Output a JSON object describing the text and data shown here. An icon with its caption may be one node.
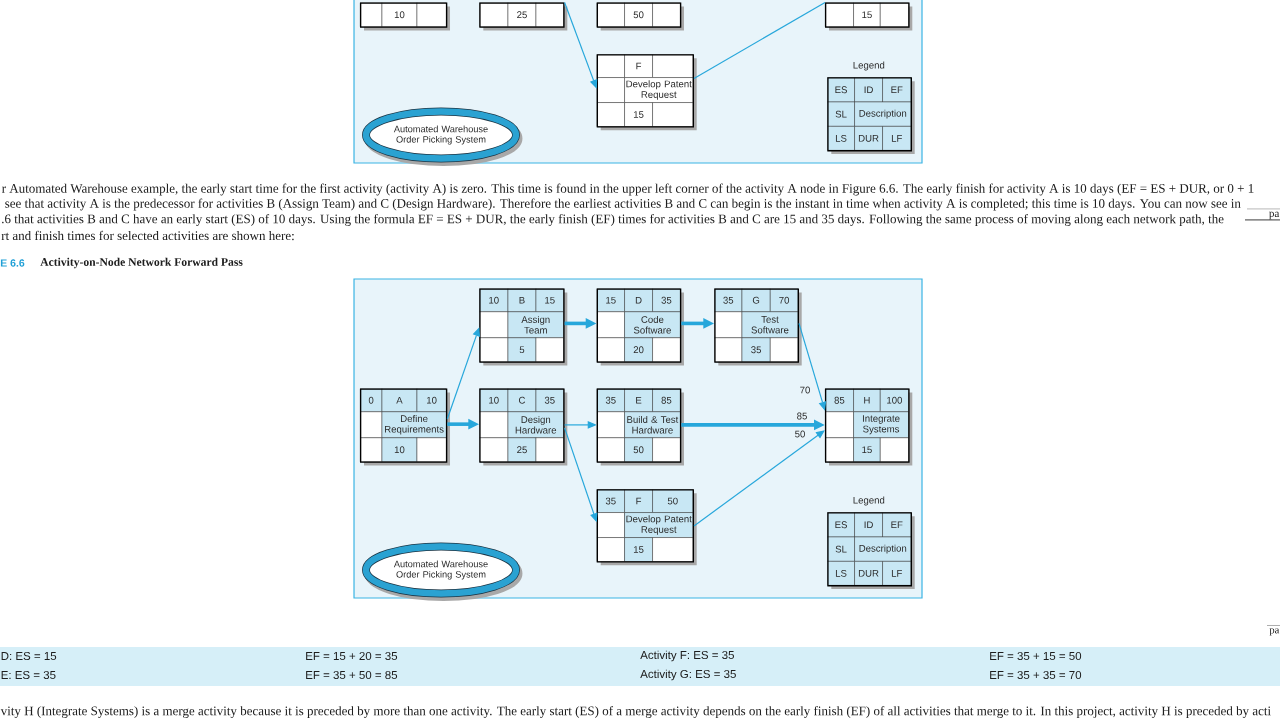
{
  "diagram": {
    "caption": "Activity-on-Node Network Forward Pass",
    "nodes": [
      {
        "text": [],
        "shape": "box"
      },
      {
        "text": [
          "10"
        ],
        "in": 0
      },
      {
        "text": [
          "25"
        ],
        "in": 0
      },
      {
        "text": [
          "50"
        ],
        "in": 0
      },
      {
        "text": [
          "15"
        ],
        "in": 0
      },
      {
        "text": [
          "F",
          "Develop Patent Request",
          "15"
        ],
        "in": 0
      },
      {
        "text": [
          "Legend",
          "ES",
          "ID",
          "EF",
          "SL",
          "Description",
          "LS",
          "DUR",
          "LF"
        ],
        "in": 0
      },
      {
        "text": [
          "Automated Warehouse Order Picking System"
        ],
        "in": 0
      },
      {
        "text": [],
        "shape": "box"
      },
      {
        "text": [
          "10",
          "B",
          "15",
          "Assign Team",
          "5"
        ],
        "in": 8
      },
      {
        "text": [
          "15",
          "D",
          "35",
          "Code Software",
          "20"
        ],
        "in": 8
      },
      {
        "text": [
          "35",
          "G",
          "70",
          "Test Software",
          "35"
        ],
        "in": 8
      },
      {
        "text": [
          "0",
          "A",
          "10",
          "Define Requirements",
          "10"
        ],
        "in": 8
      },
      {
        "text": [
          "10",
          "C",
          "35",
          "Design Hardware",
          "25"
        ],
        "in": 8
      },
      {
        "text": [
          "35",
          "E",
          "85",
          "Build & Test Hardware",
          "50"
        ],
        "in": 8
      },
      {
        "text": [
          "85",
          "H",
          "100",
          "Integrate Systems",
          "15"
        ],
        "in": 8
      },
      {
        "text": [
          "35",
          "F",
          "50",
          "Develop Patent Request",
          "15"
        ],
        "in": 8
      },
      {
        "text": [
          "Legend",
          "ES",
          "ID",
          "EF",
          "SL",
          "Description",
          "LS",
          "DUR",
          "LF"
        ],
        "in": 8
      },
      {
        "text": [
          "Automated Warehouse Order Picking System"
        ],
        "in": 8
      }
    ],
    "edges": [
      {
        "from": 2,
        "to": 5,
        "arrow": "to"
      },
      {
        "from": 5,
        "to": 4,
        "arrow": "none"
      },
      {
        "from": 12,
        "to": 9,
        "arrow": "to"
      },
      {
        "from": 12,
        "to": 13,
        "arrow": "to",
        "style": "thick"
      },
      {
        "from": 9,
        "to": 10,
        "arrow": "to",
        "style": "thick"
      },
      {
        "from": 10,
        "to": 11,
        "arrow": "to",
        "style": "thick"
      },
      {
        "from": 13,
        "to": 14,
        "arrow": "to"
      },
      {
        "from": 13,
        "to": 16,
        "arrow": "to"
      },
      {
        "from": 11,
        "to": 15,
        "arrow": "to",
        "label": "70"
      },
      {
        "from": 14,
        "to": 15,
        "arrow": "to",
        "label": "85",
        "style": "thick"
      },
      {
        "from": 16,
        "to": 15,
        "arrow": "to",
        "label": "50"
      }
    ],
    "labels": [
      "r Automated Warehouse example, the early start time for the first activity (activity A) is zero. This time is found in the upper left corner of the activity A node in Figure 6.6. The early finish for activity A is 10 days (EF = ES + DUR, or 0 + 1",
      "see that activity A is the predecessor for activities B (Assign Team) and C (Design Hardware). Therefore the earliest activities B and C can begin is the instant in time when activity A is completed; this time is 10 days. You can now see in",
      "pa",
      ".6 that activities B and C have an early start (ES) of 10 days. Using the formula EF = ES + DUR, the early finish (EF) times for activities B and C are 15 and 35 days. Following the same process of moving along each network path, the",
      "rt and finish times for selected activities are shown here:",
      "E 6.6",
      "pa",
      "D: ES = 15",
      "EF = 15 + 20 = 35",
      "Activity F: ES = 35",
      "EF = 35 + 15 = 50",
      "E: ES = 35",
      "EF = 35 + 50 = 85",
      "Activity G: ES = 35",
      "EF = 35 + 35 = 70",
      "vity H (Integrate Systems) is a merge activity because it is preceded by more than one activity. The early start (ES) of a merge activity depends on the early finish (EF) of all activities that merge to it. In this project, activity H is preceded by acti"
    ]
  }
}
